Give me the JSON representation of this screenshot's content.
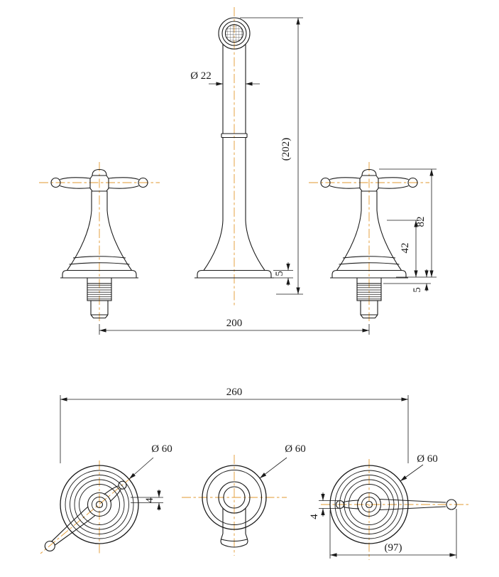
{
  "drawing": {
    "dimensions": {
      "front": {
        "spout_diameter": "Ø 22",
        "overall_height": "(202)",
        "handle_height": "82",
        "body_height": "42",
        "spout_base_thickness": "5",
        "handle_base_thickness": "5",
        "center_distance": "200"
      },
      "plan": {
        "overall_width": "260",
        "flange_left": "Ø 60",
        "flange_center": "Ø 60",
        "flange_right": "Ø 60",
        "lever_tip_left": "4",
        "lever_tip_right": "4",
        "handle_length": "(97)"
      }
    },
    "colors": {
      "line": "#1a1a1a",
      "centerline": "#e2992f",
      "dimension": "#1a1a1a"
    }
  }
}
